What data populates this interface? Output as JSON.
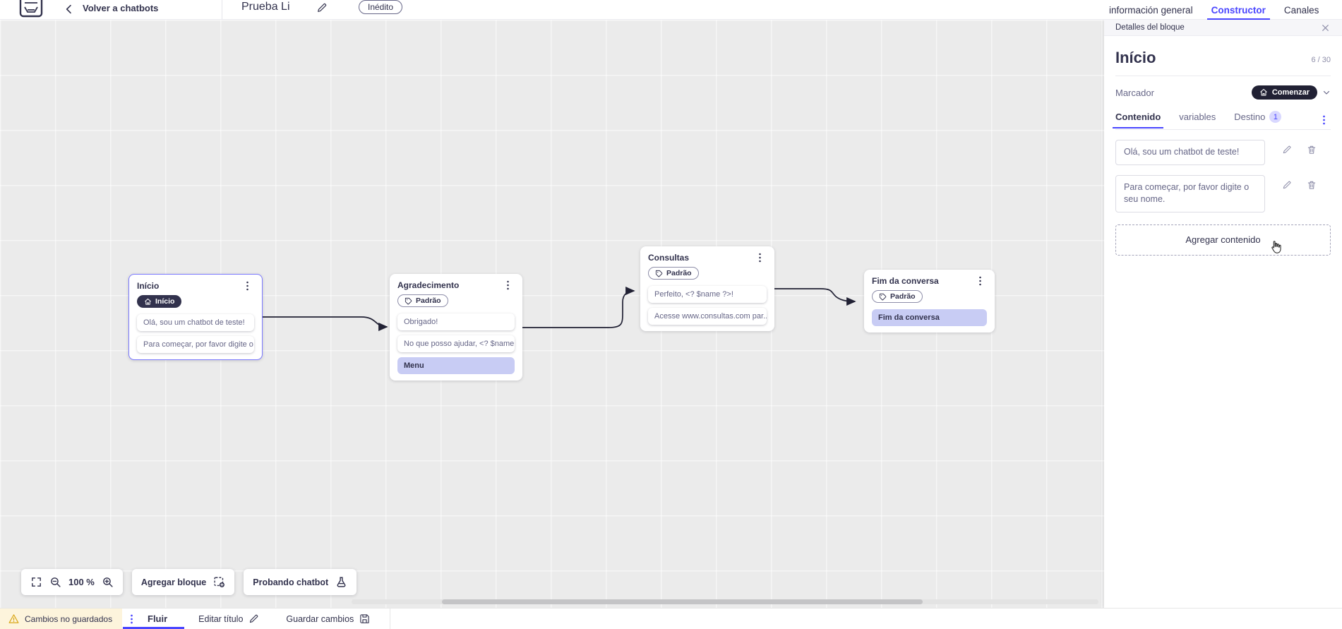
{
  "header": {
    "back_label": "Volver a chatbots",
    "doc_title": "Prueba Li",
    "status_badge": "Inédito",
    "tabs": [
      {
        "label": "información general",
        "active": false
      },
      {
        "label": "Constructor",
        "active": true
      },
      {
        "label": "Canales",
        "active": false
      }
    ]
  },
  "panel": {
    "header_title": "Detalles del bloque",
    "block_name": "Início",
    "counter": "6 / 30",
    "marcador_label": "Marcador",
    "marcador_value": "Comenzar",
    "tabs": [
      {
        "label": "Contenido",
        "active": true
      },
      {
        "label": "variables",
        "active": false
      },
      {
        "label": "Destino",
        "badge": "1",
        "active": false
      }
    ],
    "contents": [
      {
        "text": "Olá, sou um chatbot de teste!"
      },
      {
        "text": "Para começar, por favor digite o seu nome."
      }
    ],
    "add_content_label": "Agregar contenido"
  },
  "canvas": {
    "zoom_level": "100 %",
    "add_block_label": "Agregar bloque",
    "test_chatbot_label": "Probando chatbot",
    "nodes": [
      {
        "title": "Início",
        "badge": "Início",
        "badge_type": "start",
        "selected": true,
        "cards": [
          {
            "text": "Olá, sou um chatbot de teste!"
          },
          {
            "text": "Para começar, por favor digite o ..."
          }
        ]
      },
      {
        "title": "Agradecimento",
        "badge": "Padrão",
        "badge_type": "default",
        "selected": false,
        "cards": [
          {
            "text": "Obrigado!"
          },
          {
            "text": "No que posso ajudar, <? $name ..."
          },
          {
            "text": "Menu",
            "variant": "action"
          }
        ]
      },
      {
        "title": "Consultas",
        "badge": "Padrão",
        "badge_type": "default",
        "selected": false,
        "cards": [
          {
            "text": "Perfeito, <? $name ?>!"
          },
          {
            "text": "Acesse www.consultas.com par..."
          }
        ]
      },
      {
        "title": "Fim da conversa",
        "badge": "Padrão",
        "badge_type": "default",
        "selected": false,
        "cards": [
          {
            "text": "Fim da conversa",
            "variant": "action"
          }
        ]
      }
    ]
  },
  "footer": {
    "unsaved_label": "Cambios no guardados",
    "flow_tab_label": "Fluir",
    "edit_title_label": "Editar título",
    "save_label": "Guardar cambios"
  },
  "icons": {
    "back": "chevron-left",
    "edit": "pencil",
    "delete": "trash",
    "close": "x",
    "start_marker": "home",
    "block_tag": "tag",
    "menu": "kebab-vertical",
    "warning": "warning-triangle",
    "save": "floppy-disk",
    "test": "flask",
    "zoom_in": "magnifier-plus",
    "zoom_out": "magnifier-minus",
    "fit_screen": "fullscreen-corners",
    "add_block": "dashed-square-plus"
  },
  "colors": {
    "accent": "#4945ff",
    "neutral": "#32324d",
    "muted": "#666687",
    "icon_gray": "#8e8ea9",
    "selected_node_border": "#7b79ff",
    "action_card_bg": "#c8ccf4",
    "dark_pill_bg": "#212134",
    "warning_bg": "#fdf4dc",
    "warning_icon": "#d9a514",
    "canvas_bg": "#ebebeb",
    "edge_stroke": "#212134"
  }
}
